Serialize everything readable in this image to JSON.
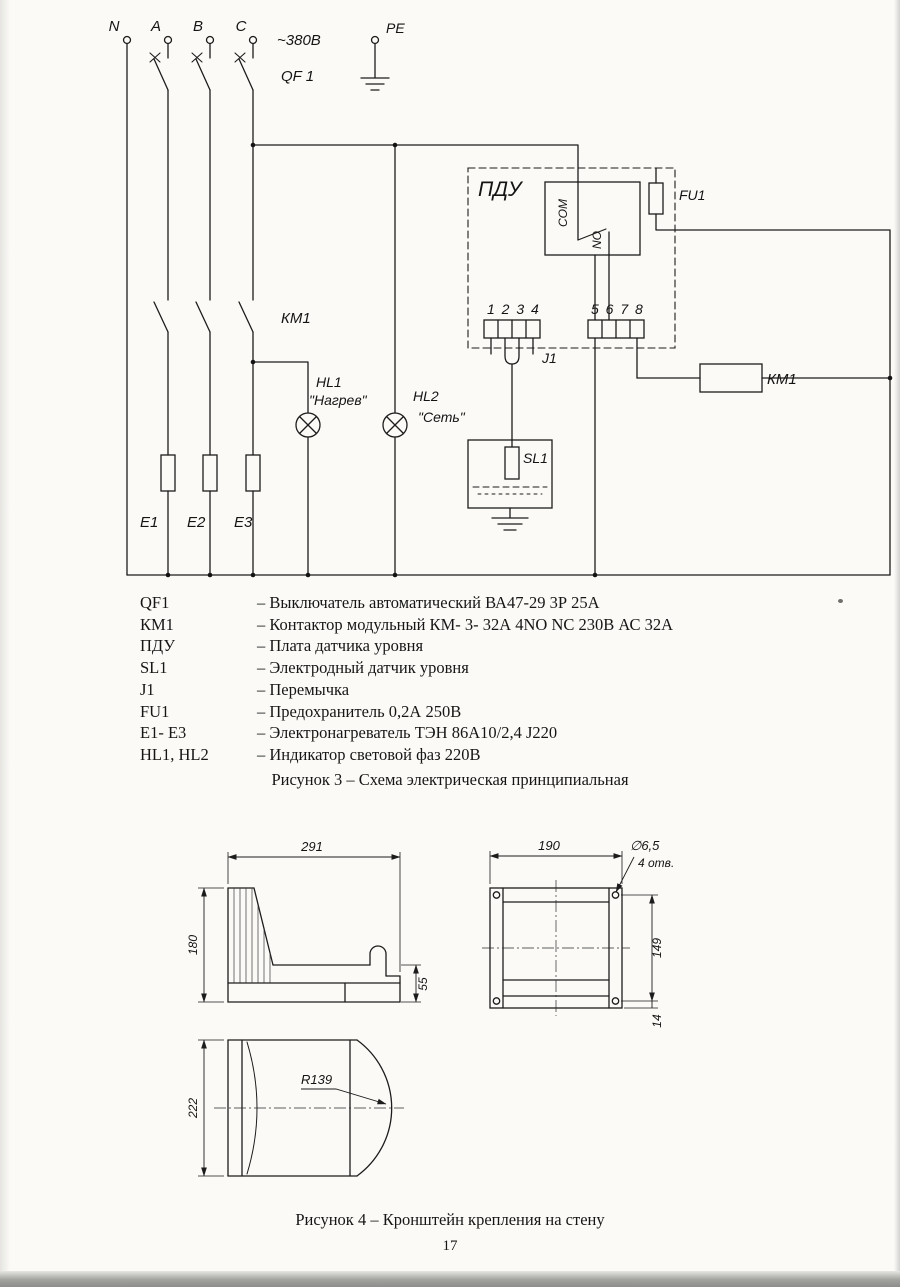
{
  "page": {
    "number": "17"
  },
  "schematic": {
    "terminals": {
      "n": "N",
      "a": "A",
      "b": "B",
      "c": "C",
      "pe": "PE"
    },
    "voltage": "~380В",
    "qf1": "QF 1",
    "km1_contacts": "КМ1",
    "km1_coil": "КМ1",
    "hl1": "HL1",
    "hl1_name": "\"Нагрев\"",
    "hl2": "HL2",
    "hl2_name": "\"Сеть\"",
    "e1": "Е1",
    "e2": "Е2",
    "e3": "Е3",
    "pdu": "ПДУ",
    "com": "COM",
    "no": "NO",
    "fu1": "FU1",
    "j1": "J1",
    "sl1": "SL1",
    "tleft": "1 2 3 4",
    "tright": "5 6 7 8"
  },
  "legend": {
    "rows": [
      {
        "ref": "QF1",
        "desc": "– Выключатель автоматический ВА47-29 3Р 25А"
      },
      {
        "ref": "КМ1",
        "desc": "– Контактор модульный КМ- 3- 32А 4NO NC 230В АС 32А"
      },
      {
        "ref": "ПДУ",
        "desc": "– Плата датчика уровня"
      },
      {
        "ref": "SL1",
        "desc": "– Электродный датчик уровня"
      },
      {
        "ref": "J1",
        "desc": "– Перемычка"
      },
      {
        "ref": "FU1",
        "desc": "– Предохранитель 0,2А 250В"
      },
      {
        "ref": "Е1- Е3",
        "desc": "– Электронагреватель  ТЭН 86А10/2,4 J220"
      },
      {
        "ref": "HL1, HL2",
        "desc": "– Индикатор световой фаз 220В"
      }
    ]
  },
  "captions": {
    "fig3": "Рисунок 3 – Схема электрическая принципиальная",
    "fig4": "Рисунок 4 – Кронштейн крепления на стену"
  },
  "fig4": {
    "dims": {
      "w291": "291",
      "h180": "180",
      "h55": "55",
      "w190": "190",
      "hole": "∅6,5",
      "holes_count": "4 отв.",
      "h149": "149",
      "h14": "14",
      "h222": "222",
      "r139": "R139"
    }
  }
}
